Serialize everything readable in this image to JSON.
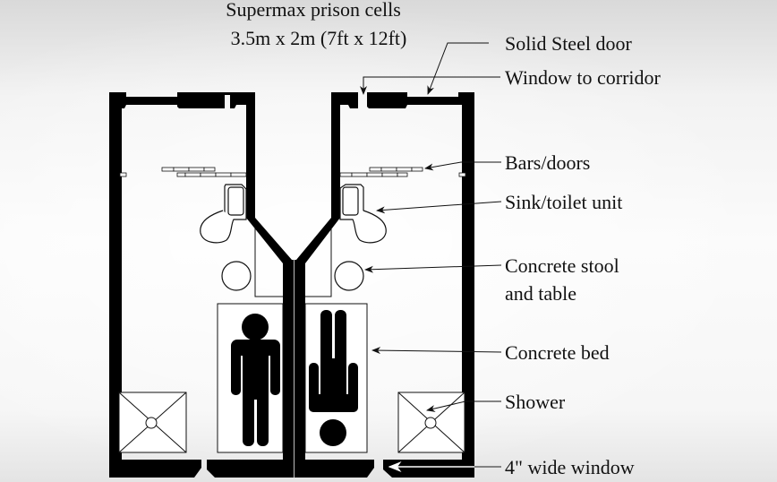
{
  "title": {
    "line1": "Supermax prison cells",
    "line2": "3.5m x 2m (7ft x 12ft)"
  },
  "labels": {
    "solid_steel_door": "Solid Steel door",
    "window_to_corridor": "Window to corridor",
    "bars_doors": "Bars/doors",
    "sink_toilet": "Sink/toilet unit",
    "stool_line1": "Concrete stool",
    "stool_line2": "and table",
    "bed": "Concrete bed",
    "shower": "Shower",
    "window": "4\" wide window"
  },
  "colors": {
    "wall": "#000000",
    "fixture_stroke": "#111111",
    "background": "#f4f4f4"
  }
}
